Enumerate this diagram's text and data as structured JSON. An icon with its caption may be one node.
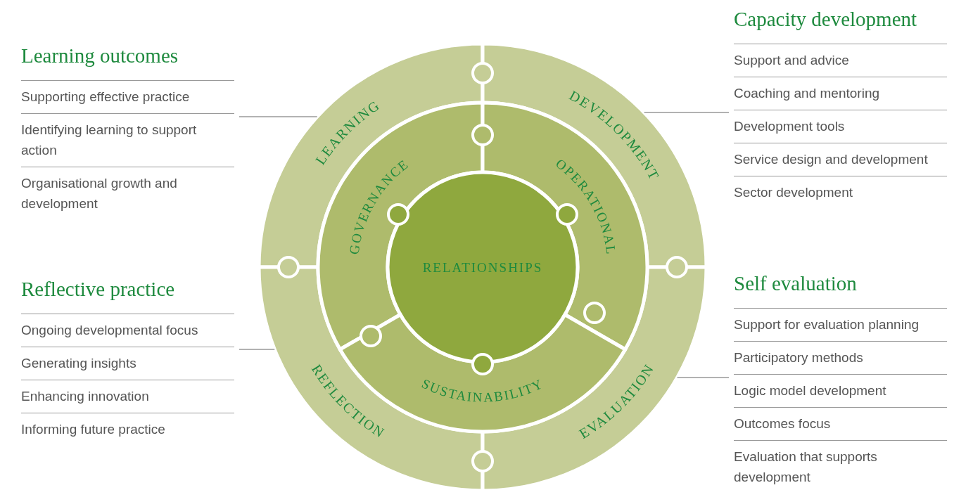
{
  "diagram": {
    "nodes": [
      {
        "text": [
          "Learning outcomes",
          "Supporting effective practice",
          "Identifying learning to support action",
          "Organisational growth and development"
        ]
      },
      {
        "text": [
          "Reflective practice",
          "Ongoing developmental focus",
          "Generating insights",
          "Enhancing innovation",
          "Informing future practice"
        ]
      },
      {
        "text": [
          "Capacity development",
          "Support and advice",
          "Coaching and mentoring",
          "Development tools",
          "Service design and development",
          "Sector development"
        ]
      },
      {
        "text": [
          "Self evaluation",
          "Support for evaluation planning",
          "Participatory methods",
          "Logic model development",
          "Outcomes focus",
          "Evaluation that supports development"
        ]
      },
      {
        "text": [
          "LEARNING"
        ]
      },
      {
        "text": [
          "DEVELOPMENT"
        ]
      },
      {
        "text": [
          "REFLECTION"
        ]
      },
      {
        "text": [
          "EVALUATION"
        ]
      },
      {
        "text": [
          "GOVERNANCE"
        ]
      },
      {
        "text": [
          "OPERATIONAL"
        ]
      },
      {
        "text": [
          "SUSTAINABILITY"
        ]
      },
      {
        "text": [
          "RELATIONSHIPS"
        ]
      }
    ],
    "edges": [
      {
        "from": 0,
        "to": 4,
        "arrow": "none"
      },
      {
        "from": 1,
        "to": 6,
        "arrow": "none"
      },
      {
        "from": 2,
        "to": 5,
        "arrow": "none"
      },
      {
        "from": 3,
        "to": 7,
        "arrow": "none"
      }
    ]
  }
}
